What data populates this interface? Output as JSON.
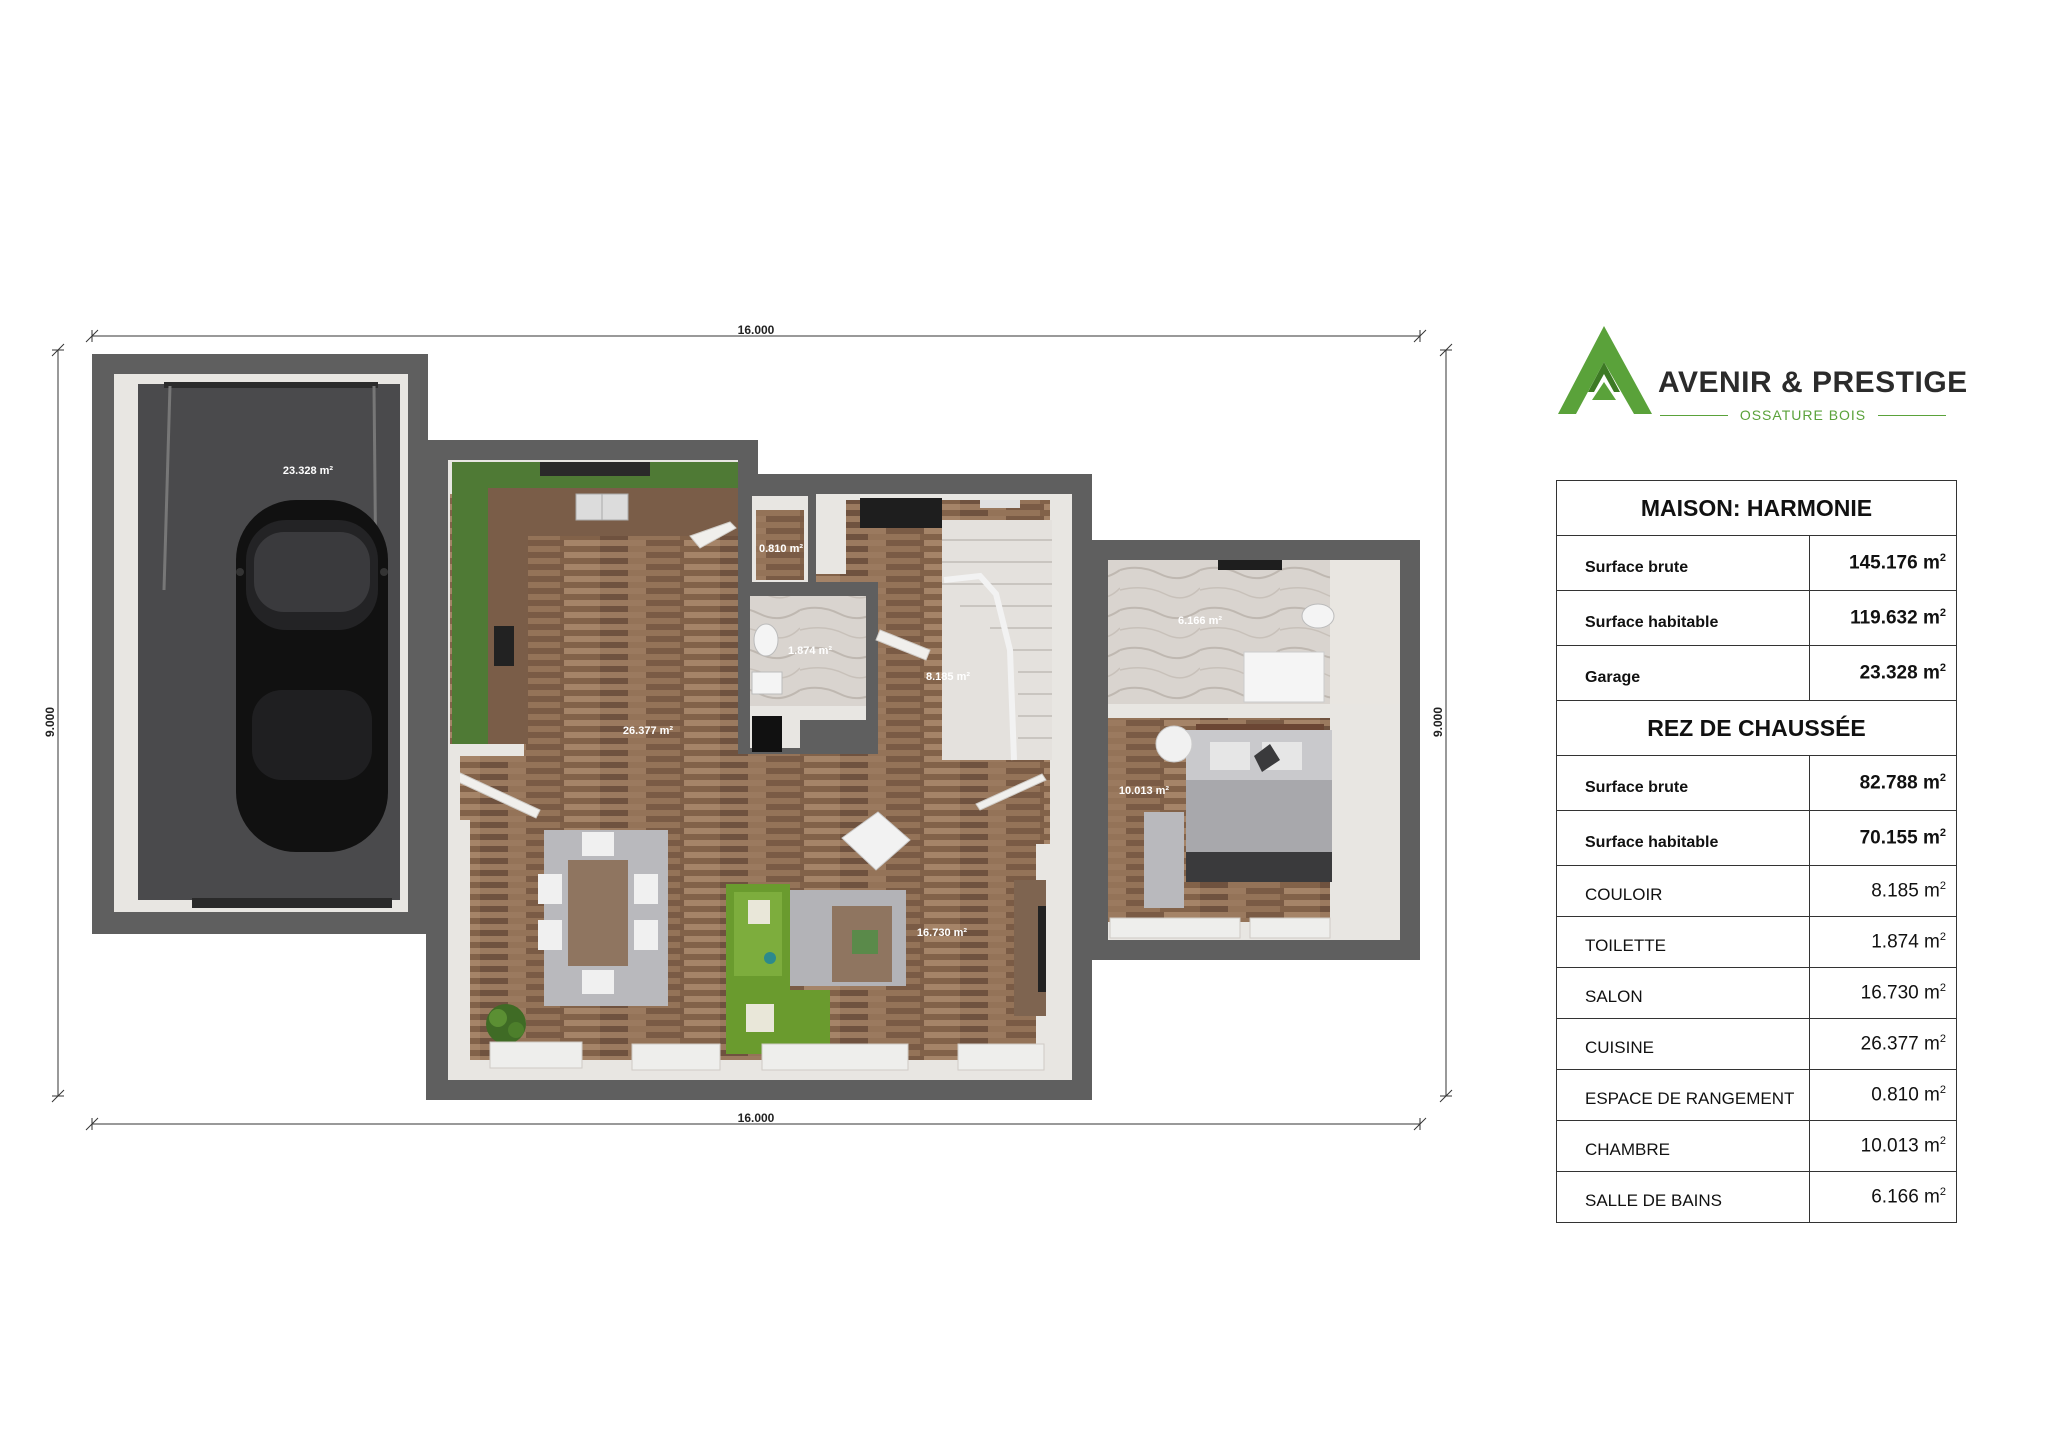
{
  "brand": {
    "name": "AVENIR & PRESTIGE",
    "tagline": "OSSATURE BOIS",
    "green": "#5aa23a",
    "dark_green": "#3d7a24"
  },
  "plan": {
    "dimensions": {
      "top": "16.000",
      "bottom": "16.000",
      "left": "9.000",
      "right": "9.000"
    },
    "rooms": [
      {
        "id": "garage",
        "area": "23.328 m²"
      },
      {
        "id": "cuisine",
        "area": "26.377 m²"
      },
      {
        "id": "rangement",
        "area": "0.810 m²"
      },
      {
        "id": "toilette",
        "area": "1.874 m²"
      },
      {
        "id": "couloir",
        "area": "8.185 m²"
      },
      {
        "id": "salon",
        "area": "16.730 m²"
      },
      {
        "id": "salle-de-bains",
        "area": "6.166 m²"
      },
      {
        "id": "chambre",
        "area": "10.013 m²"
      }
    ],
    "colors": {
      "wall": "#5f5f5f",
      "wall_inner": "#e8e6e2",
      "wood": "#8a6a52",
      "garage_floor": "#4a4a4c",
      "tile": "#d6d1cc",
      "sofa": "#6a9b2e",
      "kitchen_green": "#4f7a35"
    }
  },
  "table": {
    "title": "MAISON: HARMONIE",
    "summary": [
      {
        "label": "Surface brute",
        "value": "145.176 m",
        "sup": "2"
      },
      {
        "label": "Surface habitable",
        "value": "119.632 m",
        "sup": "2"
      },
      {
        "label": "Garage",
        "value": "23.328 m",
        "sup": "2"
      }
    ],
    "section": "REZ DE CHAUSSÉE",
    "section_summary": [
      {
        "label": "Surface brute",
        "value": "82.788 m",
        "sup": "2"
      },
      {
        "label": "Surface habitable",
        "value": "70.155 m",
        "sup": "2"
      }
    ],
    "rooms": [
      {
        "label": "COULOIR",
        "value": "8.185 m",
        "sup": "2"
      },
      {
        "label": "TOILETTE",
        "value": "1.874 m",
        "sup": "2"
      },
      {
        "label": "SALON",
        "value": "16.730 m",
        "sup": "2"
      },
      {
        "label": "CUISINE",
        "value": "26.377 m",
        "sup": "2"
      },
      {
        "label": "ESPACE DE RANGEMENT",
        "value": "0.810 m",
        "sup": "2"
      },
      {
        "label": "CHAMBRE",
        "value": "10.013 m",
        "sup": "2"
      },
      {
        "label": "SALLE DE BAINS",
        "value": "6.166 m",
        "sup": "2"
      }
    ]
  }
}
